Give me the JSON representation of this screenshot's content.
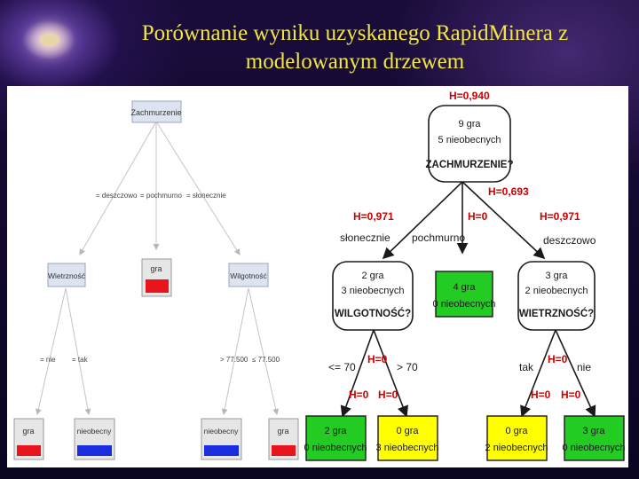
{
  "title": "Porównanie wyniku uzyskanego RapidMinera z modelowanym drzewem",
  "left_tree": {
    "root": "Zachmurzenie",
    "root_edges": [
      "= deszczowo",
      "= pochmurno",
      "= słonecznie"
    ],
    "nodes": {
      "wietrznosc": "Wietrzność",
      "gra_mid": "gra",
      "wilgotnosc": "Wilgotność"
    },
    "wietrznosc_edges": [
      "= nie",
      "= tak"
    ],
    "wilgotnosc_edges": [
      "> 77.500",
      "≤ 77.500"
    ],
    "leaves": [
      "gra",
      "nieobecny",
      "nieobecny",
      "gra"
    ]
  },
  "right_tree": {
    "root": {
      "entropy": "H=0,940",
      "lines": [
        "9 gra",
        "5 nieobecnych",
        "ZACHMURZENIE?"
      ]
    },
    "gain": "H=0,693",
    "branches": {
      "left_h": "H=0,971",
      "left": "słonecznie",
      "mid_h": "H=0",
      "mid": "pochmurno",
      "right_h": "H=0,971",
      "right": "deszczowo"
    },
    "left_node": [
      "2 gra",
      "3 nieobecnych",
      "WILGOTNOŚĆ?"
    ],
    "mid_leaf": [
      "4 gra",
      "0 nieobecnych"
    ],
    "right_node": [
      "3 gra",
      "2 nieobecnych",
      "WIETRZNOŚĆ?"
    ],
    "left_edges": {
      "a": "<= 70",
      "b": "> 70",
      "h_top": "H=0",
      "h_a": "H=0",
      "h_b": "H=0"
    },
    "right_edges": {
      "a": "tak",
      "b": "nie",
      "h_top": "H=0",
      "h_a": "H=0",
      "h_b": "H=0"
    },
    "leaves": [
      [
        "2 gra",
        "0 nieobecnych"
      ],
      [
        "0 gra",
        "3 nieobecnych"
      ],
      [
        "0 gra",
        "2 nieobecnych"
      ],
      [
        "3 gra",
        "0 nieobecnych"
      ]
    ]
  },
  "colors": {
    "title": "#f2e640",
    "green": "#22cc22",
    "yellow": "#ffff00",
    "red": "#e8161b",
    "blue": "#1a2ee0",
    "label_red": "#cc0000",
    "arrow": "#1a1a1a"
  }
}
